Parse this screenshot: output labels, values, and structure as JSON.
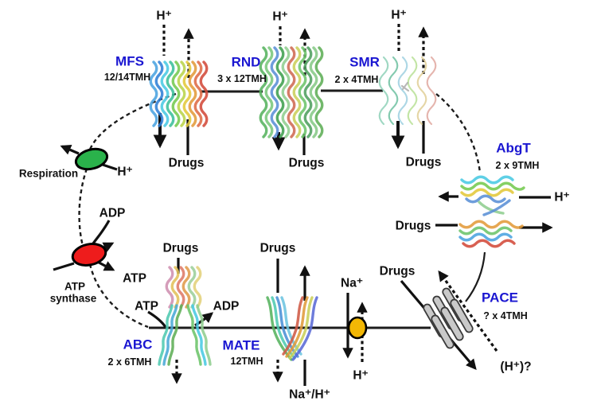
{
  "figure": {
    "families": [
      {
        "name": "MFS",
        "tmh": "12/14TMH"
      },
      {
        "name": "RND",
        "tmh": "3 x 12TMH"
      },
      {
        "name": "SMR",
        "tmh": "2 x 4TMH"
      },
      {
        "name": "AbgT",
        "tmh": "2 x 9TMH"
      },
      {
        "name": "PACE",
        "tmh": "? x 4TMH"
      },
      {
        "name": "ABC",
        "tmh": "2 x 6TMH"
      },
      {
        "name": "MATE",
        "tmh": "12TMH"
      }
    ],
    "substrates": {
      "proton": "H⁺",
      "drugs": "Drugs",
      "sodium": "Na⁺",
      "sodium_proton": "Na⁺/H⁺",
      "proton_uncertain": "(H⁺)?",
      "atp": "ATP",
      "adp": "ADP"
    },
    "machinery": {
      "respiration": "Respiration",
      "atp_synthase_line1": "ATP",
      "atp_synthase_line2": "synthase"
    },
    "colors": {
      "family_label": "#1a16d1",
      "text": "#111111",
      "membrane": "#1c1c1c",
      "respiration_pump": "#2ab24b",
      "atp_synthase_pump": "#ee1c1c",
      "na_h_antiporter": "#f2b705",
      "pace_helices": "#c9c9c9"
    }
  }
}
